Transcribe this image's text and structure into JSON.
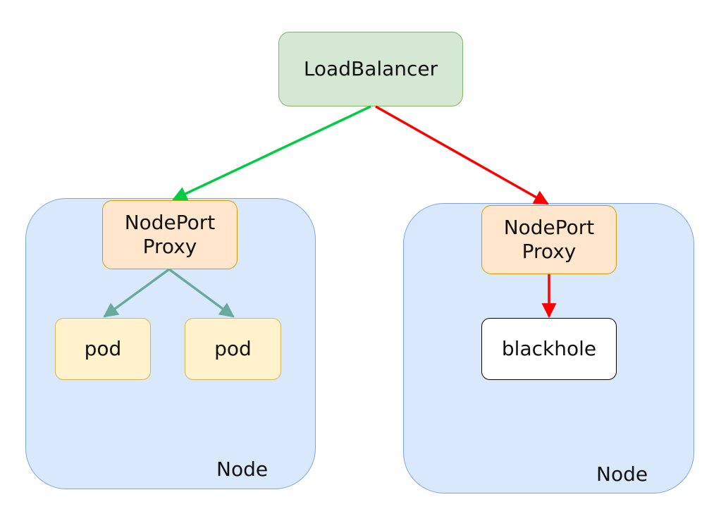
{
  "diagram": {
    "load_balancer": {
      "label": "LoadBalancer"
    },
    "left_node": {
      "label": "Node",
      "proxy_label": "NodePort\nProxy",
      "pods": [
        {
          "label": "pod"
        },
        {
          "label": "pod"
        }
      ]
    },
    "right_node": {
      "label": "Node",
      "proxy_label": "NodePort\nProxy",
      "blackhole_label": "blackhole"
    },
    "colors": {
      "healthy_route": "#00cc44",
      "broken_route": "#ff0000",
      "pod_route": "#67ab9f",
      "node_fill": "#dae8fc",
      "load_balancer_fill": "#d5e8d4",
      "proxy_fill": "#ffe6cc",
      "pod_fill": "#fff2cc",
      "blackhole_fill": "#ffffff"
    }
  }
}
